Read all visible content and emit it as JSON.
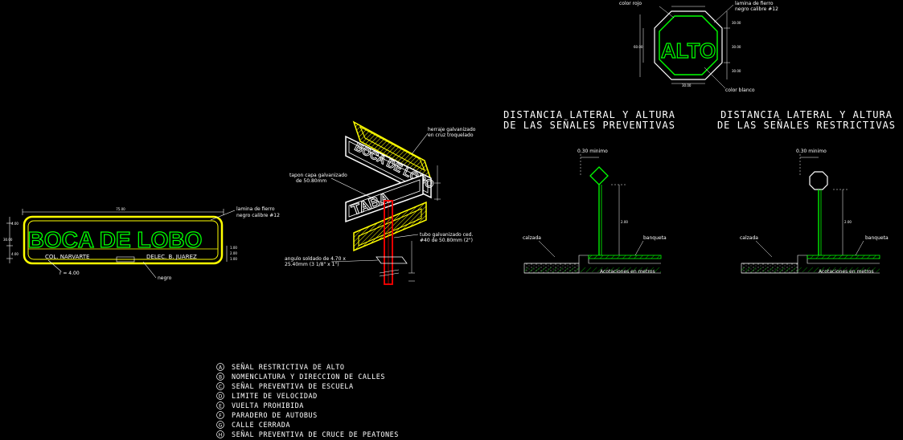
{
  "colors": {
    "background": "#000000",
    "green": "#00ff00",
    "yellow": "#ffff00",
    "white": "#ffffff",
    "red": "#ff0000",
    "magenta": "#ff00ff"
  },
  "sign_boca_de_lobo": {
    "main_text": "BOCA DE LOBO",
    "left_sub": "COL. NARVARTE",
    "right_sub": "DELEC. B. JUAREZ",
    "radius_label": "r = 4.00",
    "note_material": [
      "lamina de fierro",
      "negro calibre #12"
    ],
    "note_negro": "negro"
  },
  "post_assembly": {
    "arm_top": "BOCA DE LOBO",
    "arm_bottom": "TABA",
    "note_herraje": [
      "herraje galvanizado",
      "en cruz troquelado"
    ],
    "note_tapon": [
      "tapon capa galvanizado",
      "de 50.80mm"
    ],
    "note_tubo": [
      "tubo galvanizado ced.",
      "#40 de 50.80mm (2\")"
    ],
    "note_angulo": [
      "angulo soldado de 4.70 x",
      "25.40mm (3 1/8\" x 1\")"
    ]
  },
  "alto_sign": {
    "text": "ALTO",
    "note_rojo": "color rojo",
    "note_lamina": [
      "lamina de fierro",
      "negro calibre #12"
    ],
    "note_blanco": "color blanco"
  },
  "preventivas": {
    "title_line1": "DISTANCIA LATERAL Y ALTURA",
    "title_line2": "DE LAS SEÑALES PREVENTIVAS",
    "min_label": "0.30 minimo",
    "calzada": "calzada",
    "banqueta": "banqueta",
    "acot": "Acotaciones en metros"
  },
  "restrictivas": {
    "title_line1": "DISTANCIA LATERAL Y ALTURA",
    "title_line2": "DE LAS SEÑALES RESTRICTIVAS",
    "min_label": "0.30 minimo",
    "calzada": "calzada",
    "banqueta": "banqueta",
    "acot": "Acotaciones en metros"
  },
  "legend": [
    {
      "letter": "A",
      "text": "SEÑAL RESTRICTIVA DE ALTO"
    },
    {
      "letter": "B",
      "text": "NOMENCLATURA Y DIRECCION DE CALLES"
    },
    {
      "letter": "C",
      "text": "SEÑAL PREVENTIVA DE ESCUELA"
    },
    {
      "letter": "D",
      "text": "LIMITE DE VELOCIDAD"
    },
    {
      "letter": "E",
      "text": "VUELTA PROHIBIDA"
    },
    {
      "letter": "F",
      "text": "PARADERO DE AUTOBUS"
    },
    {
      "letter": "G",
      "text": "CALLE CERRADA"
    },
    {
      "letter": "H",
      "text": "SEÑAL PREVENTIVA DE CRUCE DE PEATONES"
    }
  ]
}
